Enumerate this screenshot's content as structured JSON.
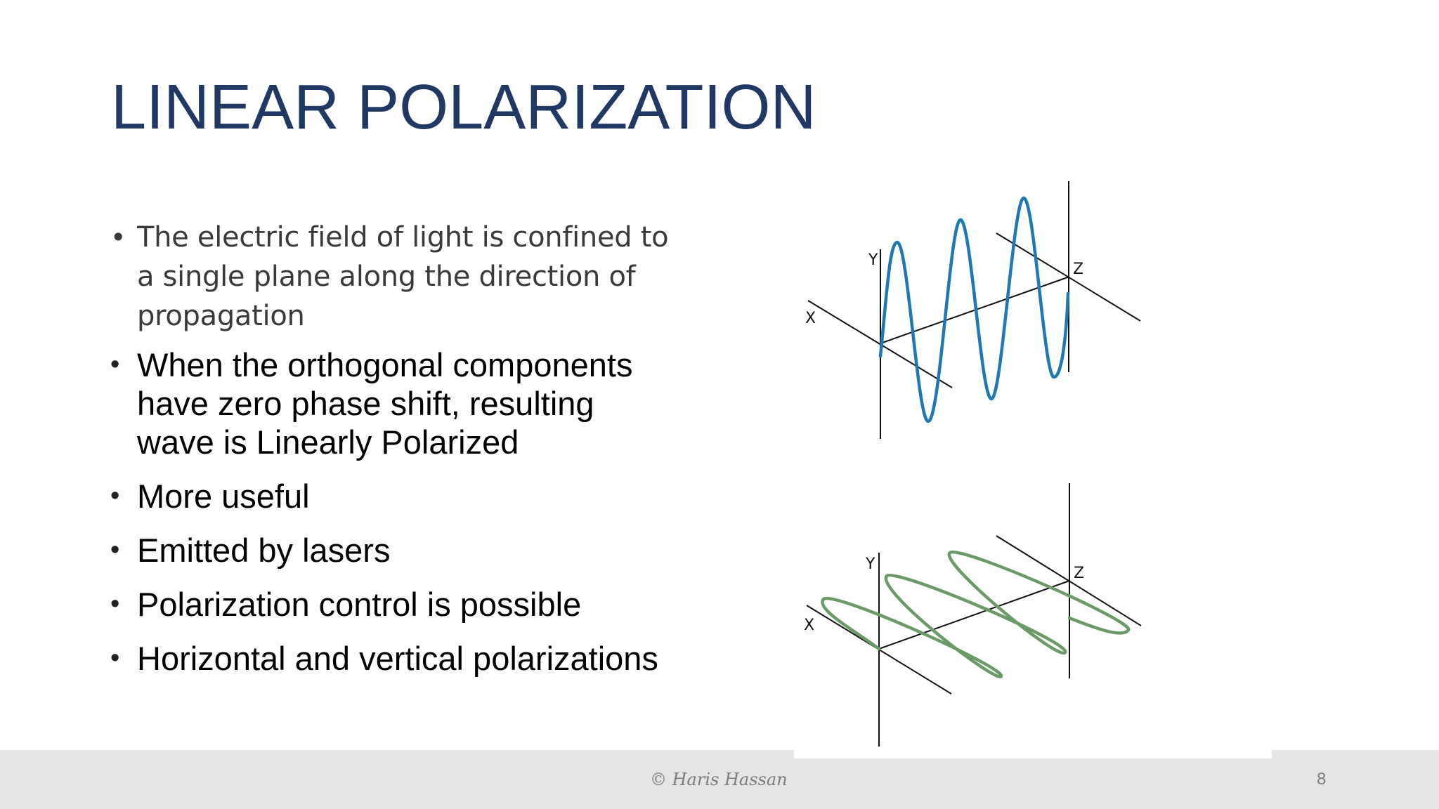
{
  "slide": {
    "title": "LINEAR POLARIZATION",
    "bullets": [
      {
        "text": "The electric field of light is confined to a single plane along the direction of propagation",
        "lines": [
          "The electric field of light is confined to",
          "a single plane along the direction of",
          "propagation"
        ]
      },
      {
        "text": "When the orthogonal components have zero phase shift, resulting wave is Linearly Polarized",
        "lines": [
          "When the orthogonal components",
          "have zero phase shift, resulting",
          "wave is Linearly Polarized"
        ]
      },
      {
        "text": "More useful"
      },
      {
        "text": "Emitted by lasers"
      },
      {
        "text": "Polarization control is possible"
      },
      {
        "text": "Horizontal and vertical polarizations"
      }
    ],
    "bullet_glyph": "•",
    "diagrams": [
      {
        "name": "vertical-linear-polarization",
        "wave_color": "#1f77b4",
        "labels": {
          "x": "X",
          "y": "Y",
          "z": "Z"
        }
      },
      {
        "name": "horizontal-linear-polarization",
        "wave_color": "#6a9a65",
        "labels": {
          "x": "X",
          "y": "Y",
          "z": "Z"
        }
      }
    ],
    "colors": {
      "title": "#1f3864",
      "footer_bg": "#e5e4e6",
      "footer_text": "#7b7b7b"
    }
  },
  "footer": {
    "credit": "© Haris Hassan",
    "page_number": "8"
  }
}
